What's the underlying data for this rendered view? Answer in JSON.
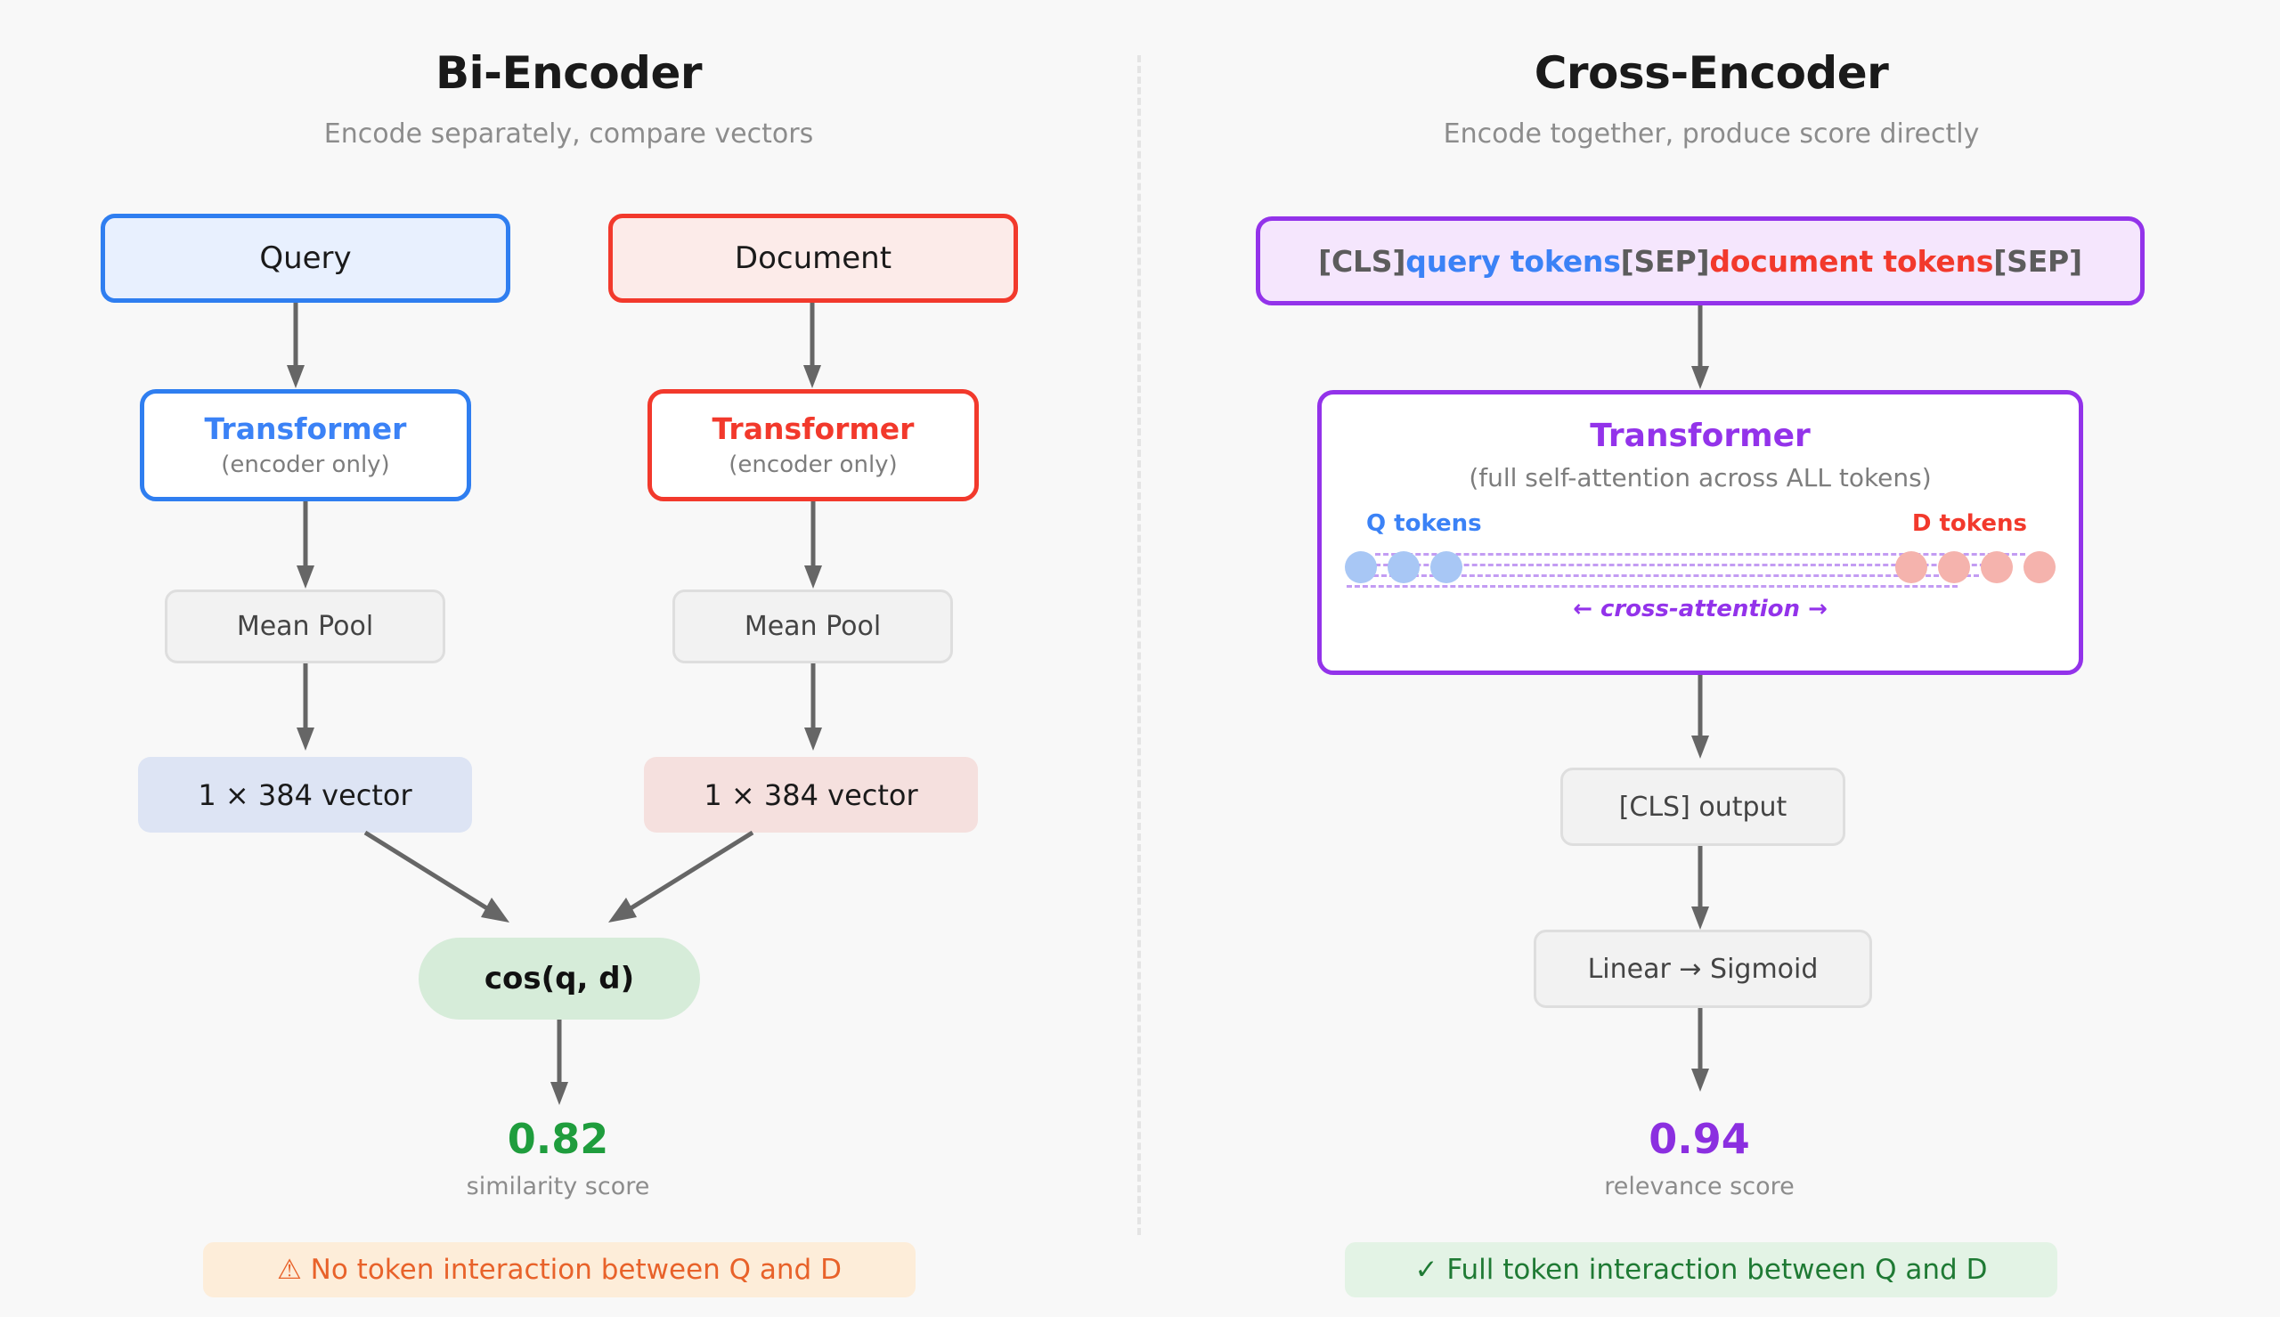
{
  "theme": {
    "background": "#f8f8f8",
    "blue": "#2f7ef0",
    "red": "#f2392c",
    "purple": "#9333ea",
    "green": "#1f9d3d",
    "orange": "#e8622a",
    "gray_text": "#8c8c8c"
  },
  "left_panel": {
    "title": "Bi-Encoder",
    "subtitle": "Encode separately, compare vectors",
    "query_box": "Query",
    "document_box": "Document",
    "query_transformer": {
      "title": "Transformer",
      "subtitle": "(encoder only)"
    },
    "document_transformer": {
      "title": "Transformer",
      "subtitle": "(encoder only)"
    },
    "query_pool": "Mean Pool",
    "document_pool": "Mean Pool",
    "query_vector": "1 × 384 vector",
    "document_vector": "1 × 384 vector",
    "similarity_op": "cos(q, d)",
    "score_value": "0.82",
    "score_label": "similarity score",
    "footer_note": "⚠ No token interaction between Q and D"
  },
  "right_panel": {
    "title": "Cross-Encoder",
    "subtitle": "Encode together, produce score directly",
    "token_sequence": [
      {
        "text": "[CLS]",
        "kind": "sep"
      },
      {
        "text": "query tokens",
        "kind": "query"
      },
      {
        "text": "[SEP]",
        "kind": "sep"
      },
      {
        "text": "document tokens",
        "kind": "document"
      },
      {
        "text": "[SEP]",
        "kind": "sep"
      }
    ],
    "transformer": {
      "title": "Transformer",
      "subtitle": "(full self-attention across ALL tokens)",
      "q_tokens_label": "Q tokens",
      "d_tokens_label": "D tokens",
      "q_token_count": 3,
      "d_token_count": 4,
      "cross_attention_label": "← cross-attention →"
    },
    "cls_output": "[CLS] output",
    "head": "Linear → Sigmoid",
    "score_value": "0.94",
    "score_label": "relevance score",
    "footer_note": "✓ Full token interaction between Q and D"
  }
}
